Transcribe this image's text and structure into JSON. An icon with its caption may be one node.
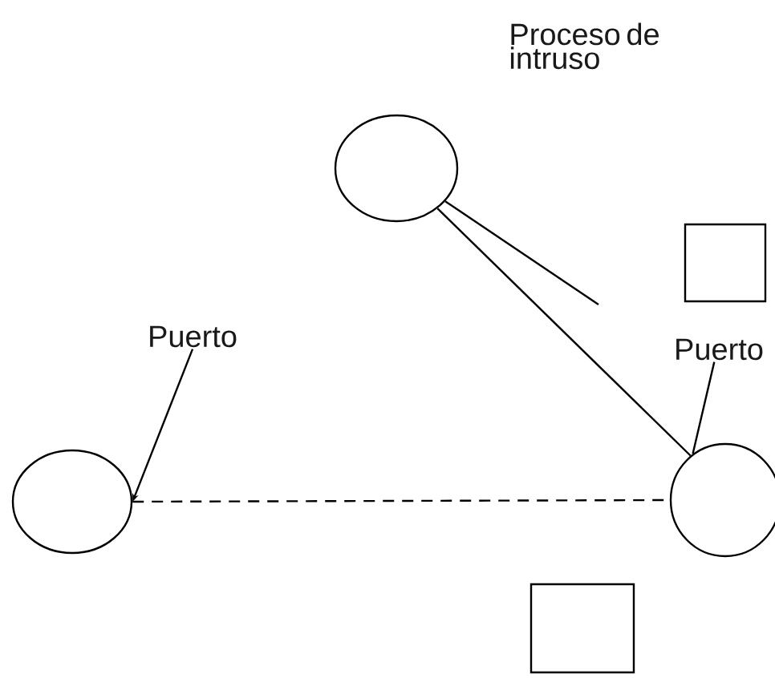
{
  "diagram": {
    "nodes": [
      {
        "text": [],
        "shape": "circle",
        "beside": [
          "Proceso de intruso"
        ]
      },
      {
        "text": [],
        "shape": "box"
      },
      {
        "text": [
          "Puerto"
        ]
      },
      {
        "text": [],
        "shape": "circle"
      },
      {
        "text": [
          "Puerto"
        ]
      },
      {
        "text": [],
        "shape": "circle"
      },
      {
        "text": [],
        "shape": "box"
      }
    ],
    "edges": [
      {
        "from": 0,
        "to": 5,
        "arrow": "none"
      },
      {
        "from": 0,
        "to": null,
        "arrow": "none"
      },
      {
        "from": 2,
        "to": 3,
        "arrow": "to"
      },
      {
        "from": 4,
        "to": 5,
        "arrow": "none"
      },
      {
        "from": 3,
        "to": 5,
        "arrow": "none",
        "style": "dashed"
      }
    ]
  }
}
